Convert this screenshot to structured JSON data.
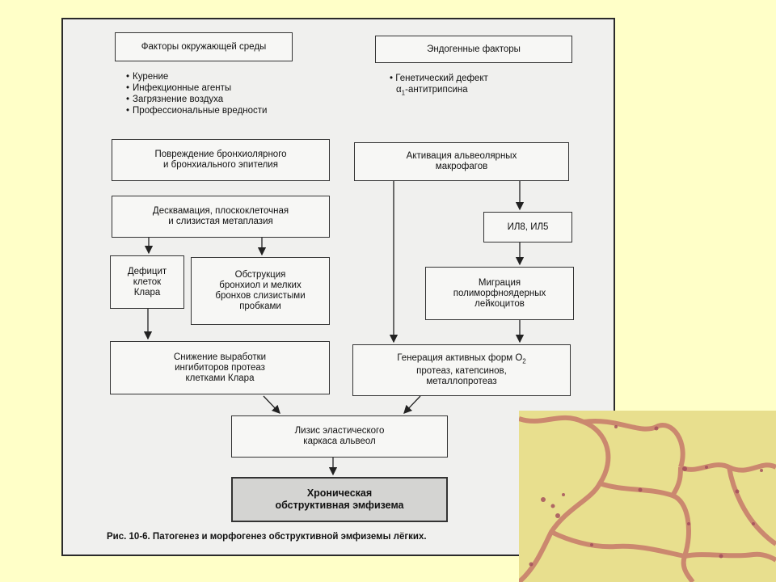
{
  "diagram": {
    "env_factors_title": "Факторы окружающей среды",
    "env_factors": [
      "Курение",
      "Инфекционные агенты",
      "Загрязнение воздуха",
      "Профессиональные вредности"
    ],
    "endo_factors_title": "Эндогенные факторы",
    "endo_factor_line1": "Генетический дефект",
    "endo_factor_line2_alpha": "α",
    "endo_factor_line2_sub": "1",
    "endo_factor_line2_rest": "-антитрипсина",
    "damage": "Повреждение бронхиолярного\nи бронхиального эпителия",
    "desquamation": "Десквамация, плоскоклеточная\nи слизистая метаплазия",
    "clara_deficit": "Дефицит\nклеток\nКлара",
    "obstruction": "Обструкция\nбронхиол и мелких\nбронхов слизистыми\nпробками",
    "inhibitor_decrease": "Снижение выработки\nингибиторов протеаз\nклетками Клара",
    "macrophage_activation": "Активация альвеолярных\nмакрофагов",
    "il": "ИЛ8, ИЛ5",
    "migration": "Миграция\nполиморфноядерных\nлейкоцитов",
    "generation_line1": "Генерация активных форм О",
    "generation_sub": "2",
    "generation_rest": "протеаз, катепсинов,\nметаллопротеаз",
    "lysis": "Лизис эластического\nкаркаса альвеол",
    "final": "Хроническая\nобструктивная эмфизема",
    "caption": "Рис. 10-6. Патогенез и морфогенез обструктивной эмфиземы лёгких."
  },
  "colors": {
    "slide_background": "#ffffc8",
    "page_background": "#f0f0ee",
    "final_box_fill": "#d4d4d2"
  },
  "micrograph": {
    "icon": "histology-image"
  }
}
